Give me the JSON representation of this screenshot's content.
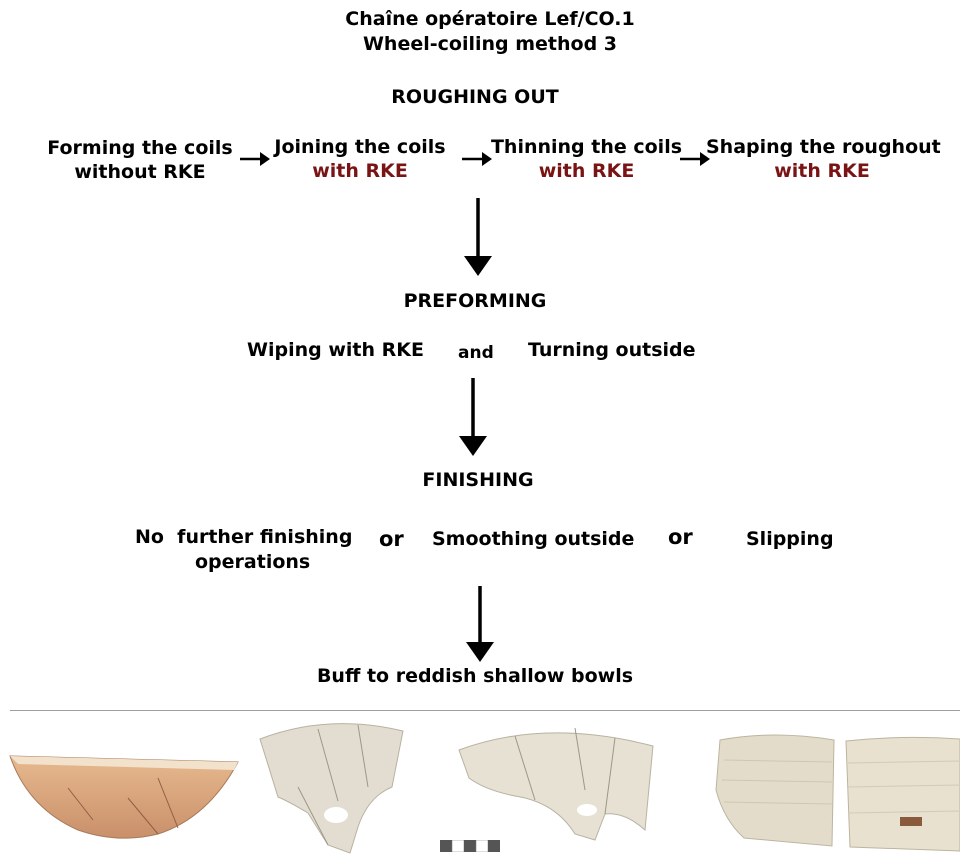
{
  "title": "Chaîne opératoire Lef/CO.1",
  "subtitle": "Wheel-coiling method 3",
  "stages": {
    "roughing_out": {
      "label": "ROUGHING OUT",
      "steps": [
        {
          "line1": "Forming the coils",
          "line2": "without RKE"
        },
        {
          "line1": "Joining the coils",
          "line2": "with RKE"
        },
        {
          "line1": "Thinning the coils",
          "line2": "with RKE"
        },
        {
          "line1": "Shaping the roughout",
          "line2": "with RKE"
        }
      ]
    },
    "preforming": {
      "label": "PREFORMING",
      "op1": "Wiping with RKE",
      "connector": "and",
      "op2": "Turning outside"
    },
    "finishing": {
      "label": "FINISHING",
      "opt1_line1": "No  further finishing",
      "opt1_line2": "operations",
      "or1": "or",
      "opt2": "Smoothing outside",
      "or2": "or",
      "opt3": "Slipping"
    },
    "result": "Buff to reddish shallow bowls"
  },
  "colors": {
    "rke_highlight": "#7a1414",
    "divider": "#9e9e9e"
  }
}
